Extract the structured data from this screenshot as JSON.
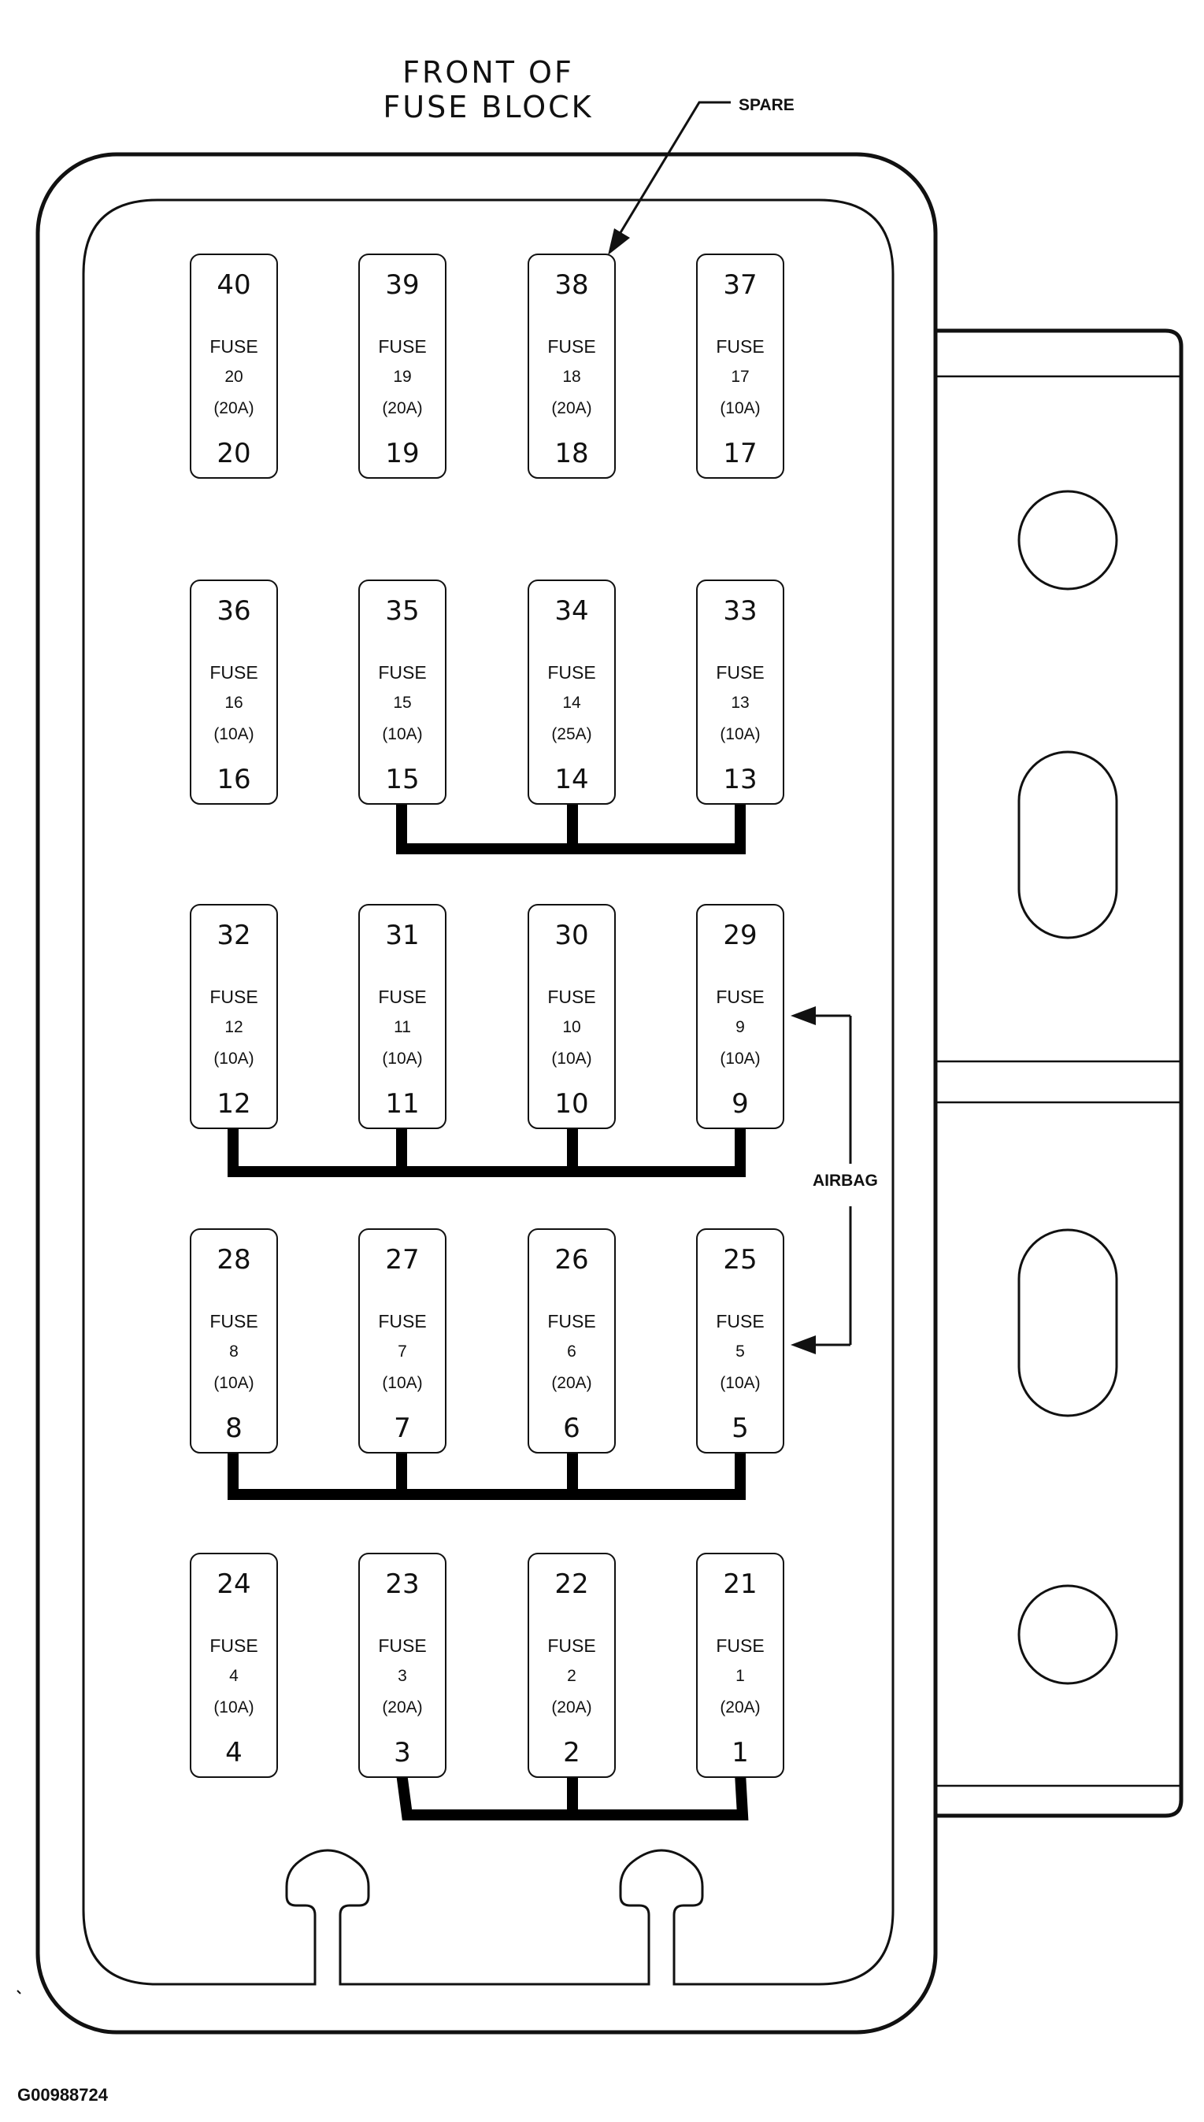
{
  "header": {
    "title_line1": "FRONT OF",
    "title_line2": "FUSE BLOCK"
  },
  "callouts": {
    "spare": "SPARE",
    "airbag": "AIRBAG"
  },
  "figure_id": "G00988724",
  "fuses": [
    {
      "top": "40",
      "label": "FUSE",
      "fuse_no": "20",
      "amps": "(20A)",
      "bottom": "20"
    },
    {
      "top": "39",
      "label": "FUSE",
      "fuse_no": "19",
      "amps": "(20A)",
      "bottom": "19"
    },
    {
      "top": "38",
      "label": "FUSE",
      "fuse_no": "18",
      "amps": "(20A)",
      "bottom": "18"
    },
    {
      "top": "37",
      "label": "FUSE",
      "fuse_no": "17",
      "amps": "(10A)",
      "bottom": "17"
    },
    {
      "top": "36",
      "label": "FUSE",
      "fuse_no": "16",
      "amps": "(10A)",
      "bottom": "16"
    },
    {
      "top": "35",
      "label": "FUSE",
      "fuse_no": "15",
      "amps": "(10A)",
      "bottom": "15"
    },
    {
      "top": "34",
      "label": "FUSE",
      "fuse_no": "14",
      "amps": "(25A)",
      "bottom": "14"
    },
    {
      "top": "33",
      "label": "FUSE",
      "fuse_no": "13",
      "amps": "(10A)",
      "bottom": "13"
    },
    {
      "top": "32",
      "label": "FUSE",
      "fuse_no": "12",
      "amps": "(10A)",
      "bottom": "12"
    },
    {
      "top": "31",
      "label": "FUSE",
      "fuse_no": "11",
      "amps": "(10A)",
      "bottom": "11"
    },
    {
      "top": "30",
      "label": "FUSE",
      "fuse_no": "10",
      "amps": "(10A)",
      "bottom": "10"
    },
    {
      "top": "29",
      "label": "FUSE",
      "fuse_no": "9",
      "amps": "(10A)",
      "bottom": "9"
    },
    {
      "top": "28",
      "label": "FUSE",
      "fuse_no": "8",
      "amps": "(10A)",
      "bottom": "8"
    },
    {
      "top": "27",
      "label": "FUSE",
      "fuse_no": "7",
      "amps": "(10A)",
      "bottom": "7"
    },
    {
      "top": "26",
      "label": "FUSE",
      "fuse_no": "6",
      "amps": "(20A)",
      "bottom": "6"
    },
    {
      "top": "25",
      "label": "FUSE",
      "fuse_no": "5",
      "amps": "(10A)",
      "bottom": "5"
    },
    {
      "top": "24",
      "label": "FUSE",
      "fuse_no": "4",
      "amps": "(10A)",
      "bottom": "4"
    },
    {
      "top": "23",
      "label": "FUSE",
      "fuse_no": "3",
      "amps": "(20A)",
      "bottom": "3"
    },
    {
      "top": "22",
      "label": "FUSE",
      "fuse_no": "2",
      "amps": "(20A)",
      "bottom": "2"
    },
    {
      "top": "21",
      "label": "FUSE",
      "fuse_no": "1",
      "amps": "(20A)",
      "bottom": "1"
    }
  ]
}
